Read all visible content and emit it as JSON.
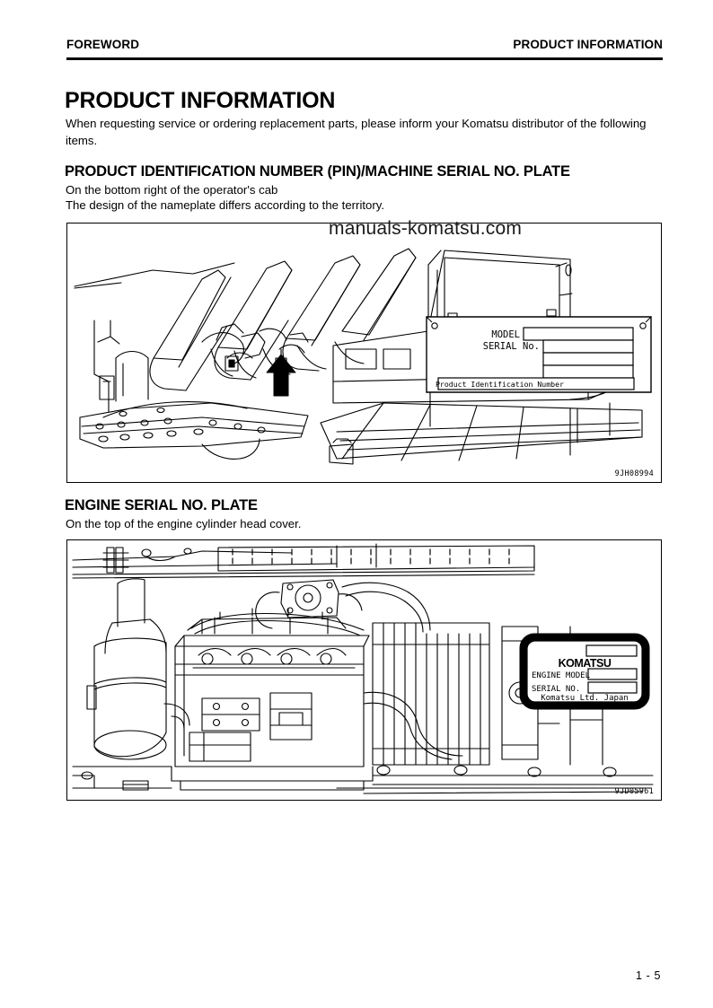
{
  "header": {
    "left": "FOREWORD",
    "right": "PRODUCT INFORMATION"
  },
  "title": "PRODUCT INFORMATION",
  "intro": "When requesting service or ordering replacement parts, please inform your Komatsu distributor of the following items.",
  "sections": [
    {
      "heading": "PRODUCT IDENTIFICATION NUMBER (PIN)/MACHINE SERIAL NO. PLATE",
      "line1": "On the bottom right of the operator's cab",
      "line2": "The design of the nameplate differs according to the territory.",
      "figure_code": "9JH08994",
      "plate": {
        "model_label": "MODEL",
        "serial_label": "SERIAL No.",
        "pin_label": "Product Identification Number"
      }
    },
    {
      "heading": "ENGINE SERIAL NO. PLATE",
      "line1": "On the top of the engine cylinder head cover.",
      "figure_code": "9JD05961",
      "plate": {
        "brand": "KOMATSU",
        "engine_model_label": "ENGINE MODEL",
        "serial_label": "SERIAL NO.",
        "footer": "Komatsu Ltd. Japan"
      }
    }
  ],
  "watermark": "manuals-komatsu.com",
  "page_number": "1 - 5"
}
